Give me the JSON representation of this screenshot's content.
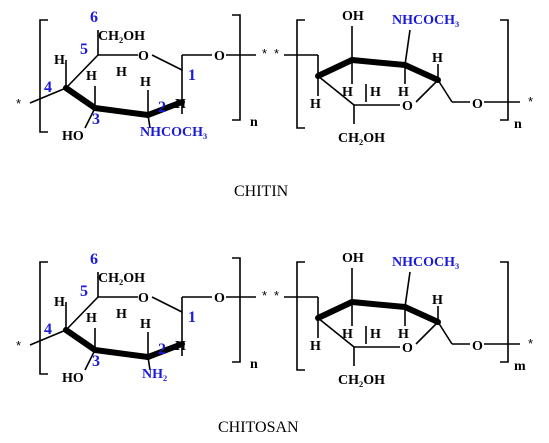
{
  "chitin": {
    "caption": "CHITIN",
    "left_unit": {
      "ch2oh": "CH₂OH",
      "o_ring": "O",
      "o_link": "O",
      "h": "H",
      "ho": "HO",
      "substituent": "NHCOCH₃",
      "subscript": "n",
      "numbers": [
        "6",
        "5",
        "4",
        "3",
        "2",
        "1"
      ]
    },
    "right_unit": {
      "oh": "OH",
      "substituent": "NHCOCH₃",
      "o_ring": "O",
      "o_link": "O",
      "ch2oh": "CH₂OH",
      "h": "H",
      "subscript": "n"
    },
    "stars": [
      "*",
      "*",
      "*",
      "*"
    ]
  },
  "chitosan": {
    "caption": "CHITOSAN",
    "left_unit": {
      "ch2oh": "CH₂OH",
      "o_ring": "O",
      "o_link": "O",
      "h": "H",
      "ho": "HO",
      "substituent": "NH₂",
      "subscript": "n",
      "numbers": [
        "6",
        "5",
        "4",
        "3",
        "2",
        "1"
      ]
    },
    "right_unit": {
      "oh": "OH",
      "substituent": "NHCOCH₃",
      "o_ring": "O",
      "o_link": "O",
      "ch2oh": "CH₂OH",
      "h": "H",
      "subscript": "m"
    },
    "stars": [
      "*",
      "*",
      "*",
      "*"
    ]
  }
}
